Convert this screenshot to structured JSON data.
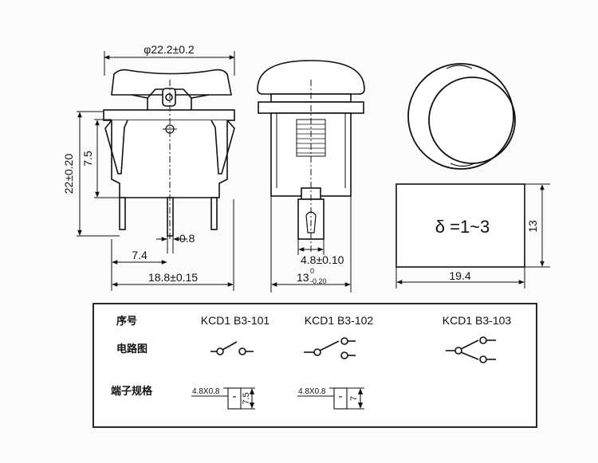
{
  "front_view": {
    "dim_width": "φ22.2±0.2",
    "dim_total_height": "22±0.20",
    "dim_body_height": "7.5",
    "dim_pin_thickness": "0.8",
    "dim_pin_offset": "7.4",
    "dim_body_width": "18.8±0.15"
  },
  "side_view": {
    "dim_terminal": "4.8±0.10",
    "dim_depth_base": "13",
    "dim_depth_tol_upper": "0",
    "dim_depth_tol_lower": "-0.20"
  },
  "panel_cutout": {
    "thickness_label": "δ =1~3",
    "dim_height": "13",
    "dim_width": "19.4"
  },
  "spec_table": {
    "row_labels": {
      "index": "序号",
      "circuit": "电路图",
      "terminal": "端子规格"
    },
    "models": [
      {
        "name": "KCD1 B3-101",
        "terminal_size": "4.8X0.8",
        "terminal_height": "7.5"
      },
      {
        "name": "KCD1 B3-102",
        "terminal_size": "4.8X0.8",
        "terminal_height": "7"
      },
      {
        "name": "KCD1 B3-103"
      }
    ]
  }
}
